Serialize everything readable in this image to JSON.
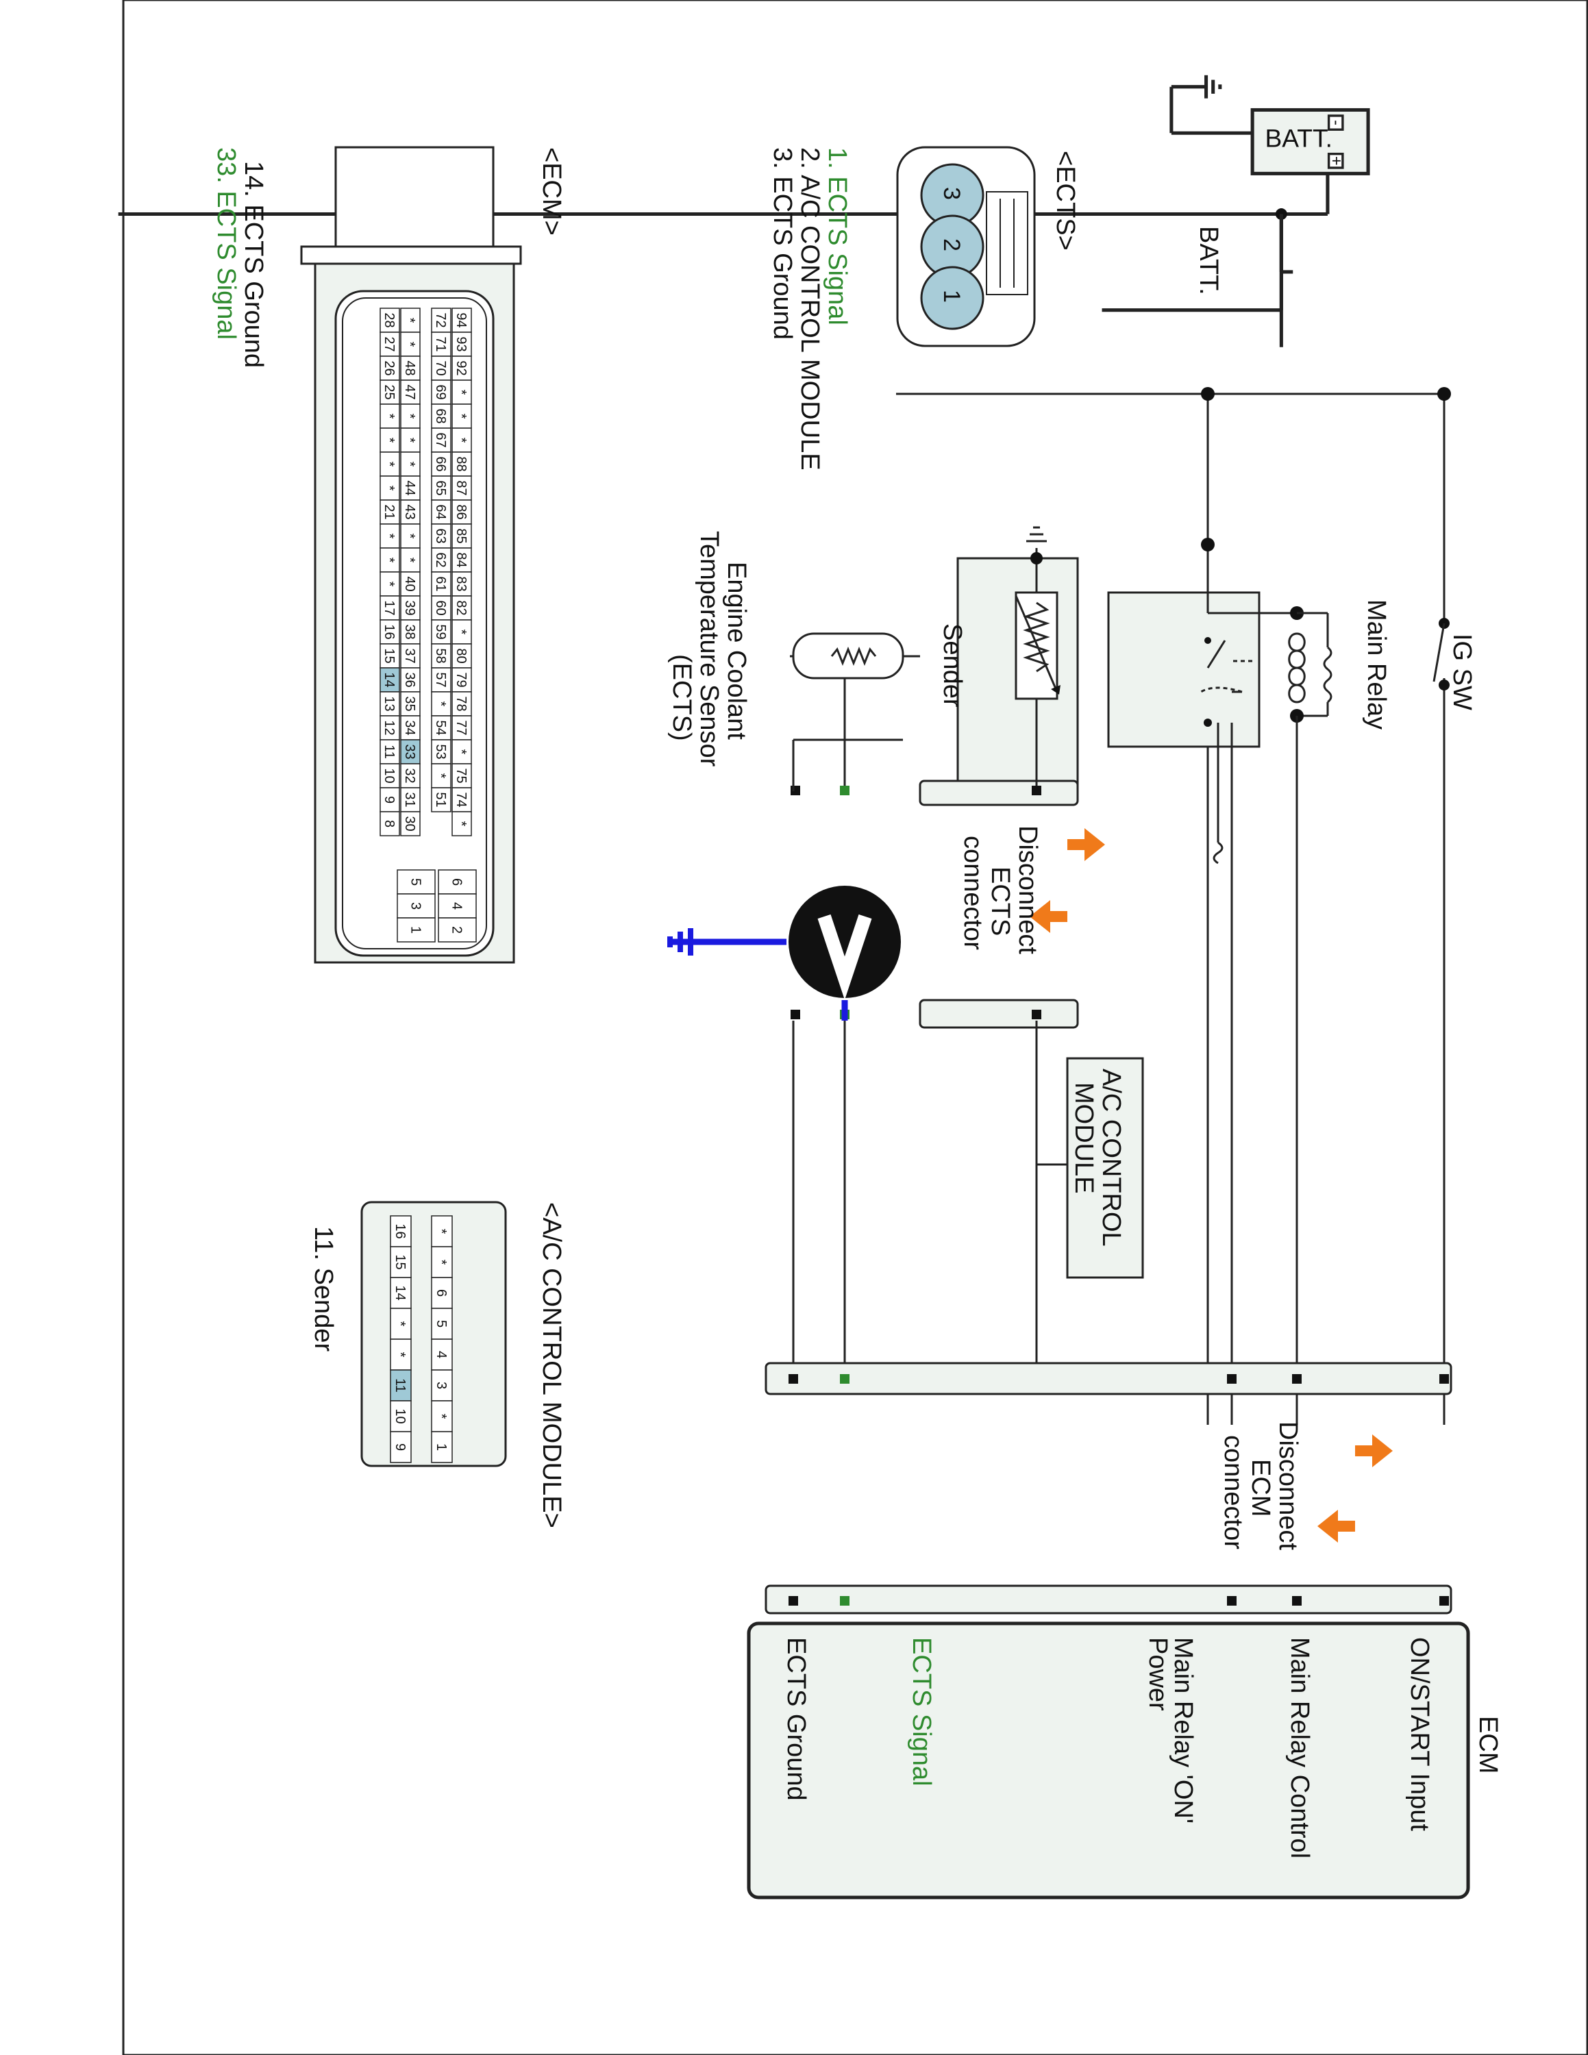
{
  "components": {
    "batt": "BATT.",
    "batt_minus": "-",
    "batt_plus": "+",
    "ig_sw": "IG SW",
    "main_relay": "Main Relay",
    "sender": "Sender",
    "ects_sensor_lines": [
      "Engine Coolant",
      "Temperature Sensor",
      "(ECTS)"
    ],
    "ac_module_lines": [
      "A/C CONTROL",
      "MODULE"
    ],
    "voltmeter": "V",
    "disconnect_ects_lines": [
      "Disconnect",
      "ECTS",
      "connector"
    ],
    "disconnect_ecm_lines": [
      "Disconnect",
      "ECM",
      "connector"
    ]
  },
  "ecm_block": {
    "title": "ECM",
    "pins": [
      {
        "label": "ON/START Input",
        "color": "#111111"
      },
      {
        "label": "Main Relay Control",
        "color": "#111111"
      },
      {
        "label": "Main Relay 'ON'",
        "label2": "Power",
        "color": "#111111"
      },
      {
        "label": "ECTS Signal",
        "color": "#2e8b2e"
      },
      {
        "label": "ECTS Ground",
        "color": "#111111"
      }
    ]
  },
  "ects_connector": {
    "title": "<ECTS>",
    "pins": [
      "3",
      "2",
      "1"
    ],
    "legend": [
      {
        "text": "1. ECTS Signal",
        "color": "#2e8b2e"
      },
      {
        "text": "2. A/C CONTROL MODULE",
        "color": "#111111"
      },
      {
        "text": "3. ECTS Ground",
        "color": "#111111"
      }
    ]
  },
  "ecm_connector": {
    "title": "<ECM>",
    "row1": [
      "94",
      "93",
      "92",
      "*",
      "*",
      "*",
      "88",
      "87",
      "86",
      "85",
      "84",
      "83",
      "82",
      "*",
      "80",
      "79",
      "78",
      "77",
      "*",
      "75",
      "74",
      "*"
    ],
    "row2": [
      "72",
      "71",
      "70",
      "69",
      "68",
      "67",
      "66",
      "65",
      "64",
      "63",
      "62",
      "61",
      "60",
      "59",
      "58",
      "57",
      "*",
      "54",
      "53",
      "*",
      "51",
      ""
    ],
    "row3": [
      "*",
      "*",
      "48",
      "47",
      "*",
      "*",
      "*",
      "44",
      "43",
      "*",
      "*",
      "40",
      "39",
      "38",
      "37",
      "36",
      "35",
      "34",
      "33",
      "32",
      "31",
      "30"
    ],
    "row4": [
      "28",
      "27",
      "26",
      "25",
      "*",
      "*",
      "*",
      "*",
      "21",
      "*",
      "*",
      "*",
      "17",
      "16",
      "15",
      "14",
      "13",
      "12",
      "11",
      "10",
      "9",
      "8"
    ],
    "extra_pins": [
      [
        "6",
        "5"
      ],
      [
        "4",
        "3"
      ],
      [
        "2",
        "1"
      ]
    ],
    "highlight": [
      "33",
      "14"
    ],
    "legend": [
      {
        "text": "14. ECTS Ground",
        "color": "#111111"
      },
      {
        "text": "33. ECTS Signal",
        "color": "#2e8b2e"
      }
    ]
  },
  "ac_connector": {
    "title": "<A/C CONTROL MODULE>",
    "row1": [
      "*",
      "*",
      "6",
      "5",
      "4",
      "3",
      "*",
      "1"
    ],
    "row2": [
      "16",
      "15",
      "14",
      "*",
      "*",
      "11",
      "10",
      "9"
    ],
    "highlight": [
      "11"
    ],
    "legend": [
      {
        "text": "11. Sender",
        "color": "#111111"
      }
    ]
  },
  "colors": {
    "signal_green": "#2e8b2e",
    "voltmeter_lead": "#1a1adf",
    "arrow_orange": "#f07a1a",
    "box_fill": "#eef3ef",
    "pin_highlight": "#9fc9d6"
  }
}
